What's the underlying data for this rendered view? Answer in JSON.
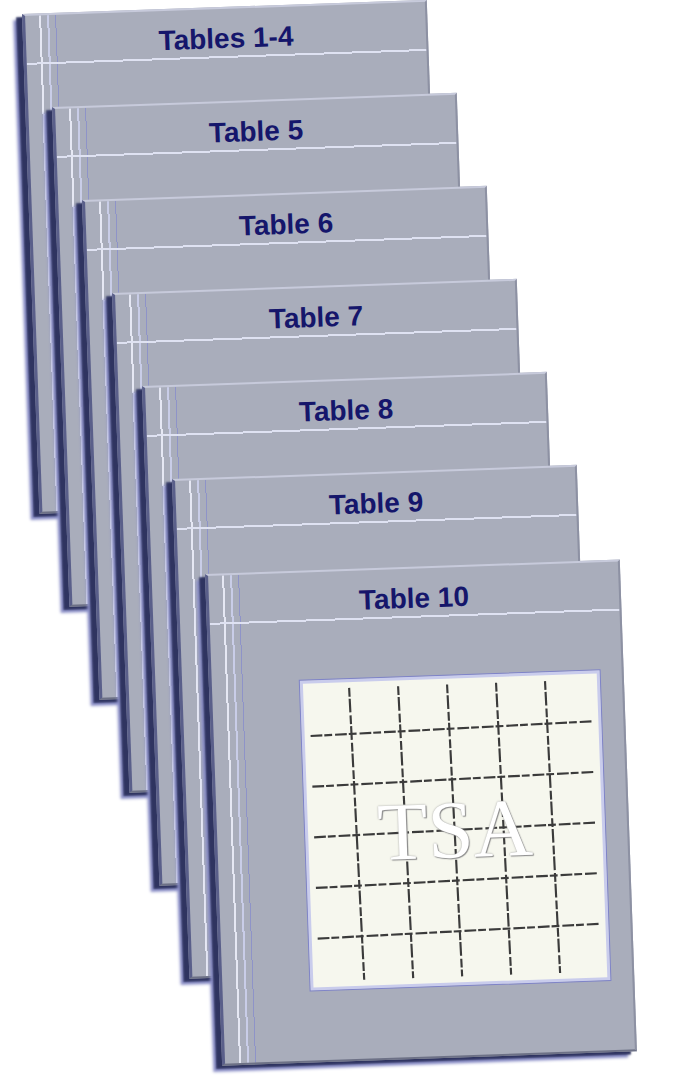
{
  "diagram": {
    "nodes": [
      {
        "text": [
          "Tables 1-4"
        ]
      },
      {
        "text": [
          "Table 5"
        ]
      },
      {
        "text": [
          "Table 6"
        ]
      },
      {
        "text": [
          "Table 7"
        ]
      },
      {
        "text": [
          "Table 8"
        ]
      },
      {
        "text": [
          "Table 9"
        ]
      },
      {
        "text": [
          "Table 10"
        ]
      },
      {
        "text": [
          "TSA"
        ],
        "in": 6
      }
    ]
  }
}
